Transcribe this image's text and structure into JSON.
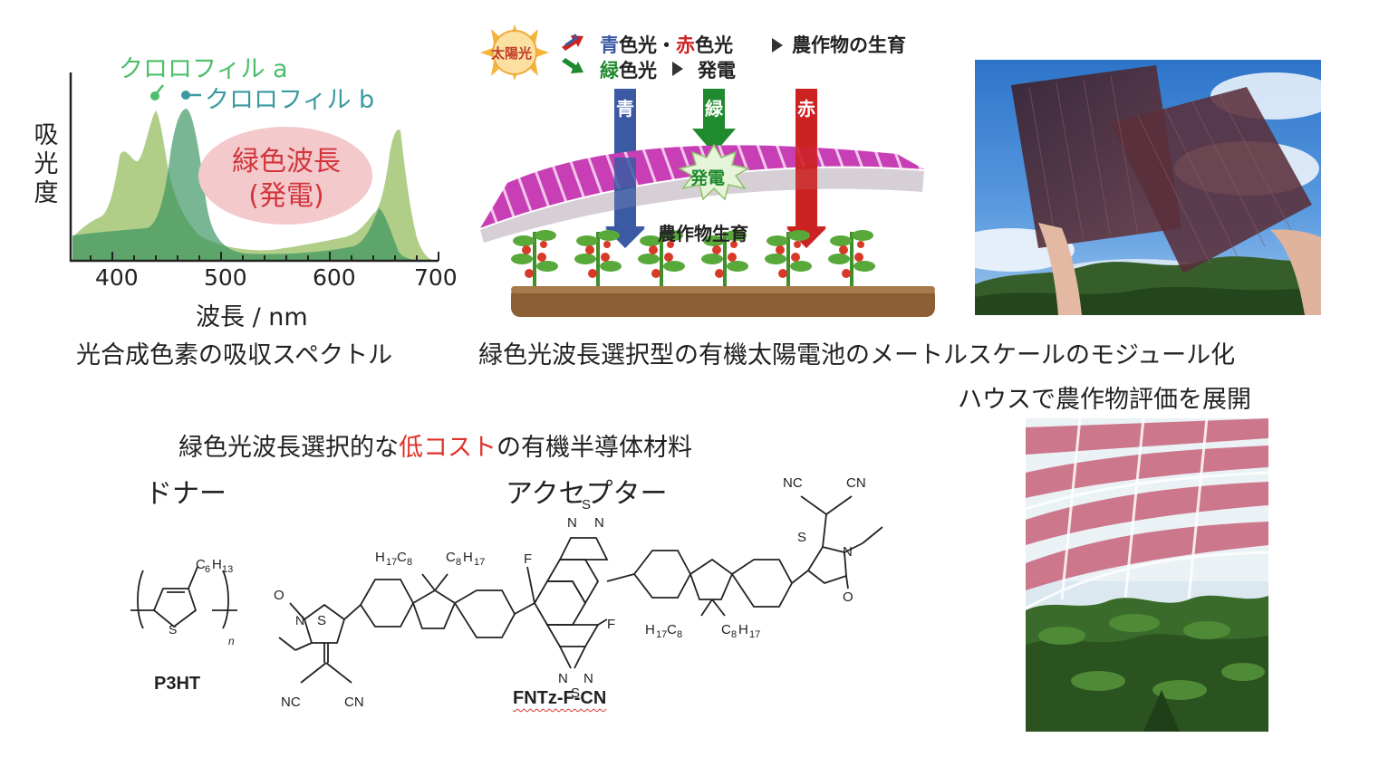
{
  "spectrum": {
    "y_label_lines": [
      "吸",
      "光",
      "度"
    ],
    "x_label": "波長 / nm",
    "x_ticks": [
      "400",
      "500",
      "600",
      "700"
    ],
    "label_chl_a": "クロロフィル a",
    "label_chl_b": "クロロフィル b",
    "green_region_line1": "緑色波長",
    "green_region_line2": "(発電)",
    "caption": "光合成色素の吸収スペクトル",
    "colors": {
      "chl_a": "#a9c97c",
      "chl_b": "#4aa57a",
      "label_a": "#4cbf6a",
      "label_b": "#3a9aa0",
      "ellipse": "#f3c9cc",
      "ellipse_text": "#d3353b"
    }
  },
  "solar": {
    "sun_label": "太陽光",
    "legend_line1_blue": "青",
    "legend_line1_mid": "色光・",
    "legend_line1_red": "赤",
    "legend_line1_tail": "色光",
    "legend_line1_result": "農作物の生育",
    "legend_line2_green": "緑",
    "legend_line2_tail": "色光",
    "legend_line2_result": "発電",
    "arrow_blue": "青",
    "arrow_green": "緑",
    "arrow_red": "赤",
    "generation_label": "発電",
    "growth_label": "農作物生育",
    "caption": "緑色光波長選択型の有機太陽電池のメートルスケールのモジュール化",
    "colors": {
      "blue": "#3b5aa3",
      "green": "#1f8a2e",
      "red": "#cc2222",
      "panel": "#c83fb5",
      "soil": "#8b5e34"
    }
  },
  "photos": {
    "caption": "ハウスで農作物評価を展開"
  },
  "materials": {
    "title_pre": "緑色光波長選択的な",
    "title_highlight": "低コスト",
    "title_post": "の有機半導体材料",
    "donor_label": "ドナー",
    "acceptor_label": "アクセプター",
    "donor_name": "P3HT",
    "acceptor_name": "FNTz-F-CN",
    "highlight_color": "#e0322a"
  }
}
